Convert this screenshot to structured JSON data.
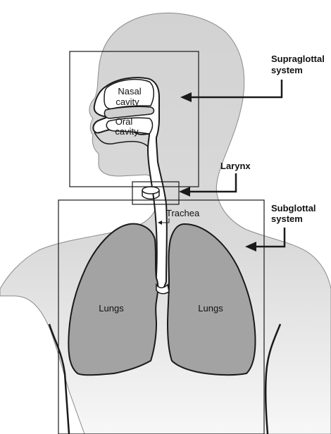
{
  "labels": {
    "nasal_cavity": [
      "Nasal",
      "cavity"
    ],
    "oral_cavity": [
      "Oral",
      "cavity"
    ],
    "trachea": "Trachea",
    "lungs_left": "Lungs",
    "lungs_right": "Lungs",
    "supraglottal": [
      "Supraglottal",
      "system"
    ],
    "larynx": "Larynx",
    "subglottal": [
      "Subglottal",
      "system"
    ]
  },
  "colors": {
    "body_fill": "#d3d3d3",
    "lung_fill": "#a3a3a3",
    "airway_fill": "#ffffff",
    "outline": "#1a1a1a"
  }
}
